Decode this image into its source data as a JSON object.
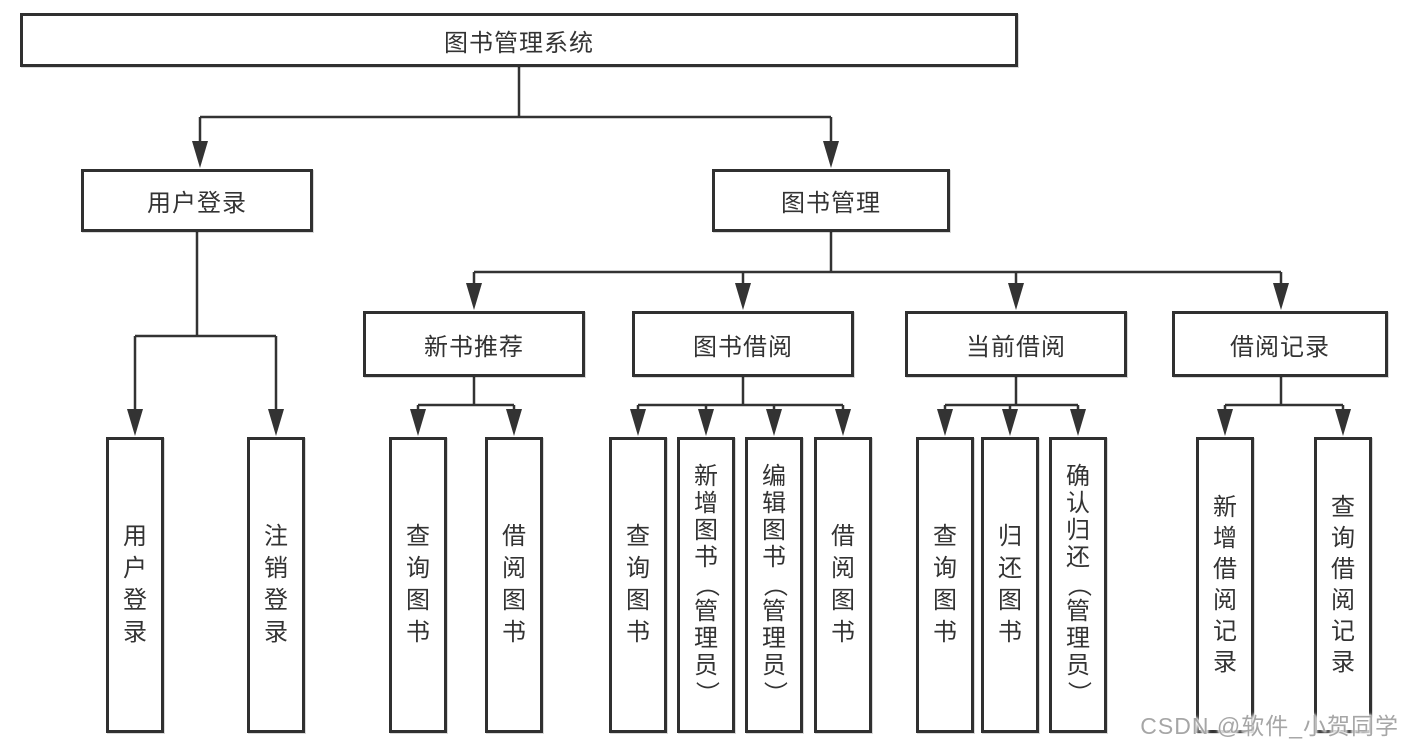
{
  "page": {
    "background": "#ffffff",
    "line_color": "#333333",
    "box_border_color": "#303030",
    "text_color": "#333333"
  },
  "watermark": {
    "text": "CSDN @软件_小贺同学",
    "color": "#a6a6a6"
  },
  "tree": {
    "root": {
      "label": "图书管理系统"
    },
    "level2": [
      {
        "label": "用户登录"
      },
      {
        "label": "图书管理"
      }
    ],
    "level3": [
      {
        "label": "新书推荐"
      },
      {
        "label": "图书借阅"
      },
      {
        "label": "当前借阅"
      },
      {
        "label": "借阅记录"
      }
    ],
    "leaves": {
      "user_login": [
        "用户登录",
        "注销登录"
      ],
      "new_book": [
        "查询图书",
        "借阅图书"
      ],
      "book_borrow": [
        "查询图书",
        "新增图书（管理员）",
        "编辑图书（管理员）",
        "借阅图书"
      ],
      "current_borrow": [
        "查询图书",
        "归还图书",
        "确认归还（管理员）"
      ],
      "borrow_record": [
        "新增借阅记录",
        "查询借阅记录"
      ]
    }
  }
}
